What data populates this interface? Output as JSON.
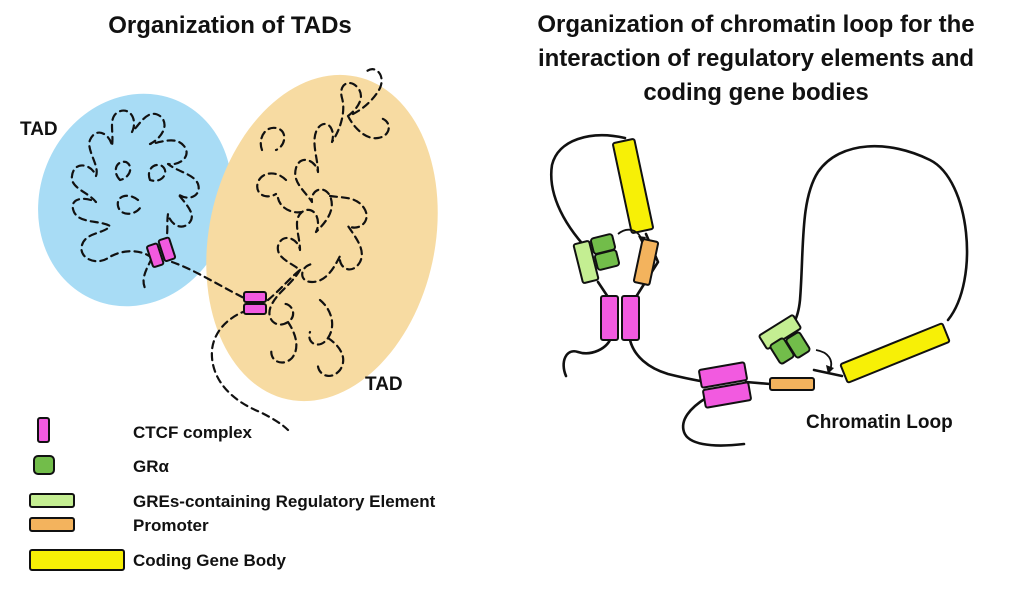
{
  "colors": {
    "ctcf": "#f25ae0",
    "gr": "#72bd4a",
    "gre": "#c4ee92",
    "promoter": "#f3b35d",
    "gene_body": "#f7f006",
    "tad_blue": "#a8dcf5",
    "tad_orange": "#f7dba2"
  },
  "left_panel": {
    "title": "Organization of TADs",
    "tad_label_1": "TAD",
    "tad_label_2": "TAD"
  },
  "right_panel": {
    "title_lines": [
      "Organization of chromatin loop for the",
      "interaction of regulatory elements and",
      "coding gene bodies"
    ],
    "loop_label": "Chromatin Loop"
  },
  "legend": [
    {
      "label": "CTCF complex",
      "icon": "ctcf-complex"
    },
    {
      "label": "GRα",
      "icon": "gr-alpha"
    },
    {
      "label": "GREs-containing Regulatory Element",
      "icon": "gre-element"
    },
    {
      "label": "Promoter",
      "icon": "promoter"
    },
    {
      "label": "Coding Gene Body",
      "icon": "coding-gene-body"
    }
  ]
}
